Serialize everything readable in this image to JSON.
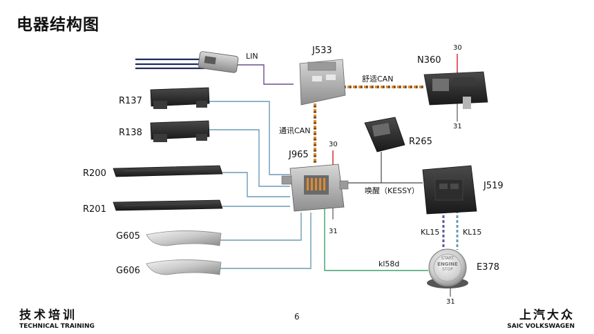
{
  "title": "电器结构图",
  "page_number": "6",
  "footer": {
    "left_cn": "技术培训",
    "left_en": "TECHNICAL TRAINING",
    "right_cn": "上汽大众",
    "right_en": "SAIC VOLKSWAGEN"
  },
  "components": {
    "J533": "J533",
    "N360": "N360",
    "R137": "R137",
    "R138": "R138",
    "J965": "J965",
    "R265": "R265",
    "R200": "R200",
    "R201": "R201",
    "J519": "J519",
    "G605": "G605",
    "G606": "G606",
    "E378": "E378"
  },
  "connections": {
    "lin": "LIN",
    "comfort_can": "舒适CAN",
    "comm_can": "通讯CAN",
    "wake": "唤醒（KESSY）",
    "kl15_left": "KL15",
    "kl15_right": "KL15",
    "kl58d": "kl58d"
  },
  "pins": {
    "n360_30": "30",
    "n360_31": "31",
    "j965_30": "30",
    "j965_31": "31",
    "e378_31": "31"
  },
  "start_button": {
    "line1": "START",
    "line2": "ENGINE",
    "line3": "STOP"
  },
  "colors": {
    "wire_blue": "#6a9ab5",
    "wire_purple": "#6a4f8c",
    "wire_green": "#3fa06a",
    "can_orange": "#e08a2c",
    "power_red": "#d21f1f"
  }
}
